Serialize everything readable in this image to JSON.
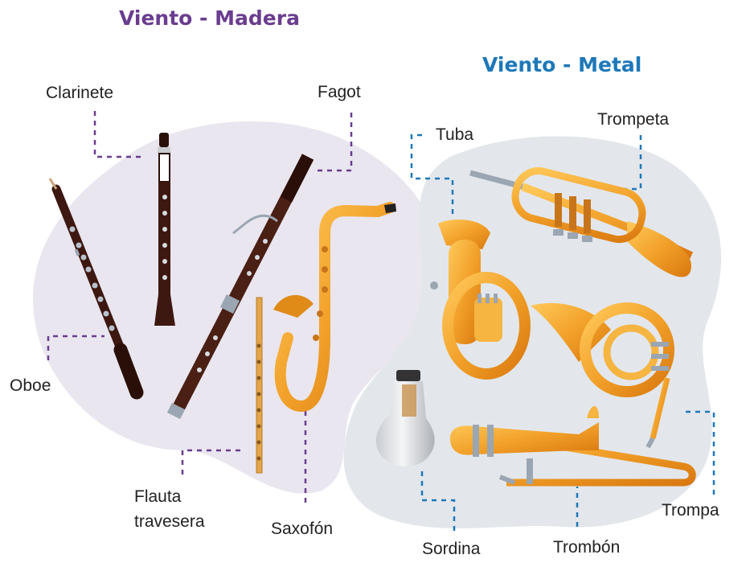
{
  "sections": {
    "madera_title": "Viento - Madera",
    "metal_title": "Viento - Metal"
  },
  "labels": {
    "clarinete": "Clarinete",
    "fagot": "Fagot",
    "oboe": "Oboe",
    "flauta_line1": "Flauta",
    "flauta_line2": "travesera",
    "saxofon": "Saxofón",
    "tuba": "Tuba",
    "trompeta": "Trompeta",
    "trompa": "Trompa",
    "sordina": "Sordina",
    "trombon": "Trombón"
  },
  "colors": {
    "madera_accent": "#6a3d8f",
    "metal_accent": "#1e78b8",
    "madera_blob": "#e9e6f0",
    "metal_blob": "#e3e7ec",
    "brass": "#f2a12a",
    "wood": "#4a1f14"
  }
}
